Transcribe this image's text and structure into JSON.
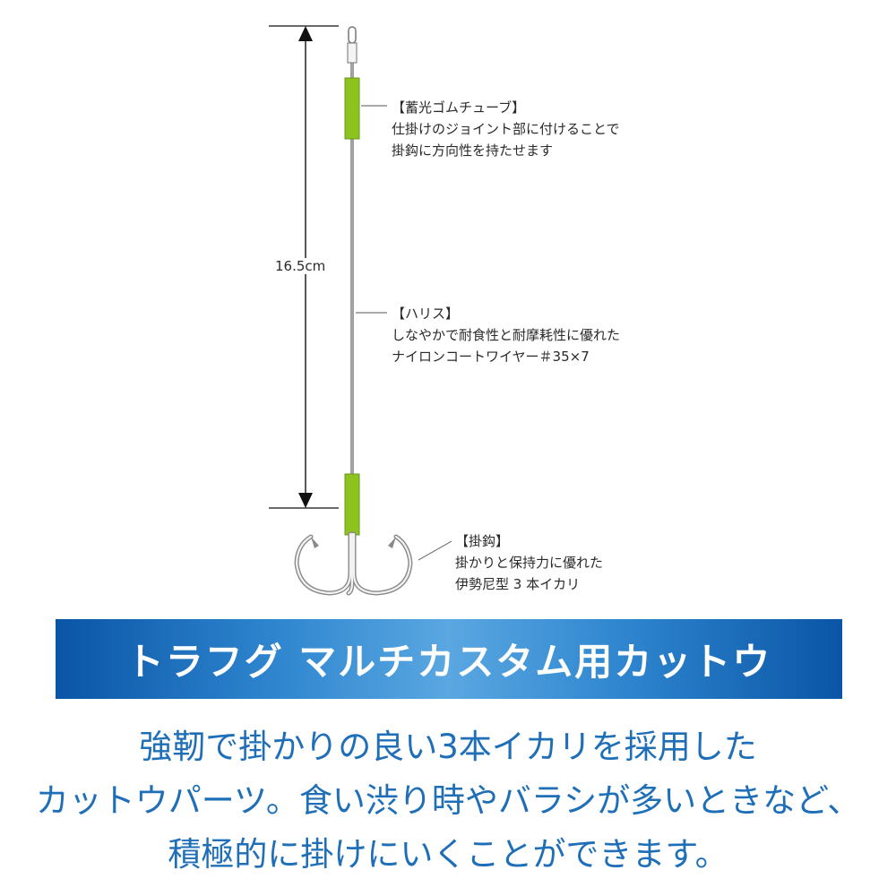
{
  "diagram": {
    "dimension": "16.5cm",
    "notes": {
      "tube": {
        "title": "【蓄光ゴムチューブ】",
        "lines": [
          "仕掛けのジョイント部に付けることで",
          "掛鈎に方向性を持たせます"
        ]
      },
      "line": {
        "title": "【ハリス】",
        "lines": [
          "しなやかで耐食性と耐摩耗性に優れた",
          "ナイロンコートワイヤー＃35×7"
        ]
      },
      "hook": {
        "title": "【掛鈎】",
        "lines": [
          "掛かりと保持力に優れた",
          "伊勢尼型 3 本イカリ"
        ]
      }
    },
    "colors": {
      "tube": "#8dc21f",
      "line": "#9a9a9a",
      "hook": "#c8c8c8"
    }
  },
  "banner": {
    "title": "トラフグ マルチカスタム用カットウ",
    "colors": {
      "dark": "#0a55a6",
      "light": "#5aa7e1",
      "text": "#ffffff"
    }
  },
  "description": {
    "lines": [
      "強靭で掛かりの良い3本イカリを採用した",
      "カットウパーツ。食い渋り時やバラシが多いときなど、",
      "積極的に掛けにいくことができます。"
    ],
    "color": "#1f6fb8"
  }
}
